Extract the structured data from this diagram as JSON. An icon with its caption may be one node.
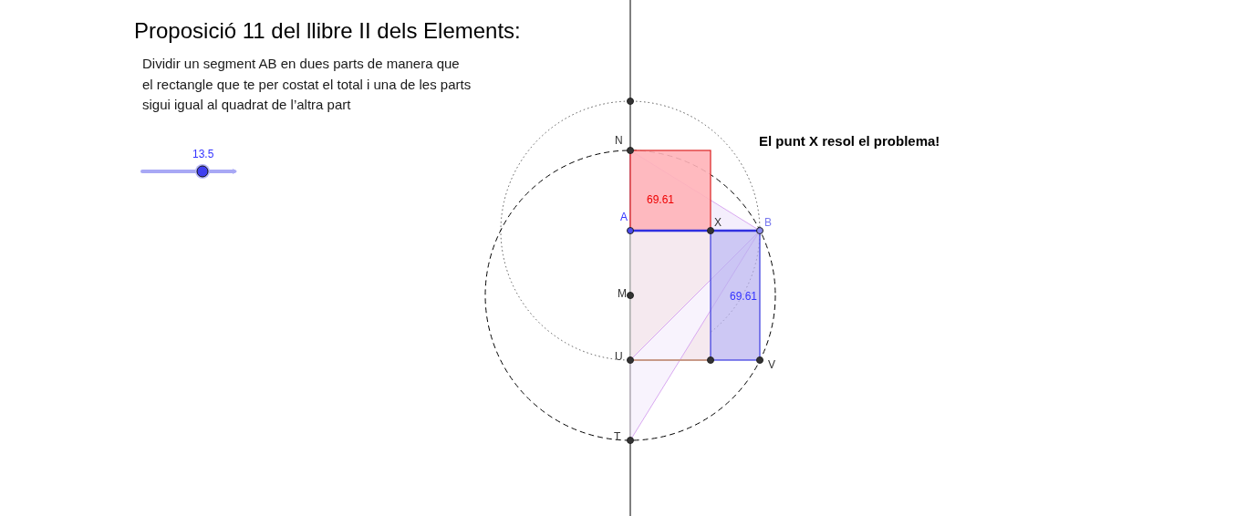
{
  "diagram": {
    "title": "Proposició 11 del llibre II dels Elements:",
    "labels": [
      "Dividir un segment AB en dues parts de manera que el rectangle que te per costat el total i una de les parts sigui igual al quadrat de l’altra part",
      "13.5",
      "El punt X resol el problema!",
      "N",
      "A",
      "X",
      "B",
      "69.61",
      "M",
      "69.61",
      "U",
      "V",
      "T"
    ]
  }
}
